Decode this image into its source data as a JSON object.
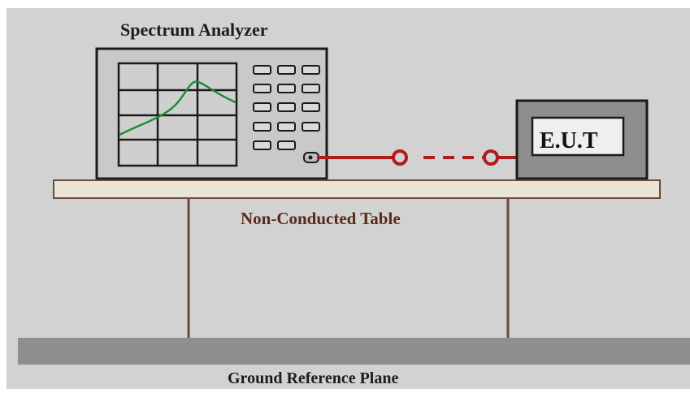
{
  "labels": {
    "spectrum_analyzer": "Spectrum Analyzer",
    "eut": "E.U.T",
    "table": "Non-Conducted Table",
    "ground": "Ground Reference Plane"
  },
  "colors": {
    "background": "#d2d2d2",
    "frame": "#ffffff",
    "instrument_body": "#c9c9c9",
    "eut_body": "#8e8e8e",
    "table_top": "#e9e4d6",
    "table_leg": "#6b4a3a",
    "cable": "#b01c1c",
    "trace": "#1f8a3a",
    "ground_plane": "#8f8f8f"
  }
}
